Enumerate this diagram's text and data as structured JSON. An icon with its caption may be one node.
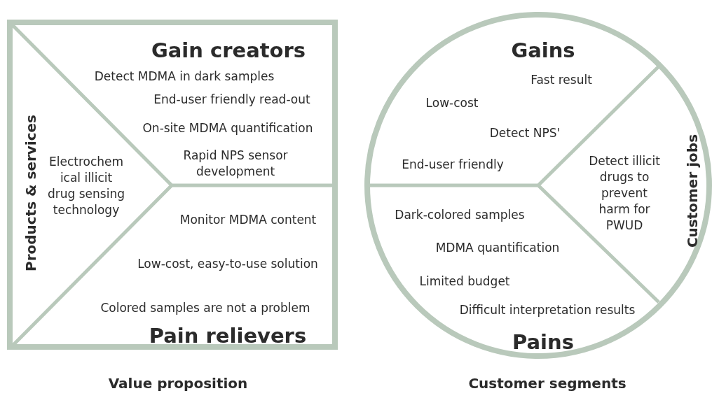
{
  "diagram": {
    "nodes": [
      {
        "text": [
          "Value proposition"
        ]
      },
      {
        "text": [
          "Gain creators",
          "Detect MDMA in dark samples",
          "End-user friendly read-out",
          "On-site MDMA quantification",
          "Rapid NPS sensor development"
        ],
        "in": 0
      },
      {
        "text": [
          "Products & services",
          "Electrochem ical illicit drug sensing technology"
        ],
        "in": 0
      },
      {
        "text": [
          "Monitor MDMA content",
          "Low-cost, easy-to-use solution",
          "Colored samples are not a problem",
          "Pain relievers"
        ],
        "in": 0
      },
      {
        "text": [
          "Customer segments"
        ]
      },
      {
        "text": [
          "Gains",
          "Fast result",
          "Low-cost",
          "Detect NPS'",
          "End-user friendly"
        ],
        "in": 4
      },
      {
        "text": [
          "Customer jobs",
          "Detect illicit drugs to prevent harm for PWUD"
        ],
        "in": 4
      },
      {
        "text": [
          "Dark-colored samples",
          "MDMA quantification",
          "Limited budget",
          "Difficult interpretation results",
          "Pains"
        ],
        "in": 4
      }
    ]
  }
}
